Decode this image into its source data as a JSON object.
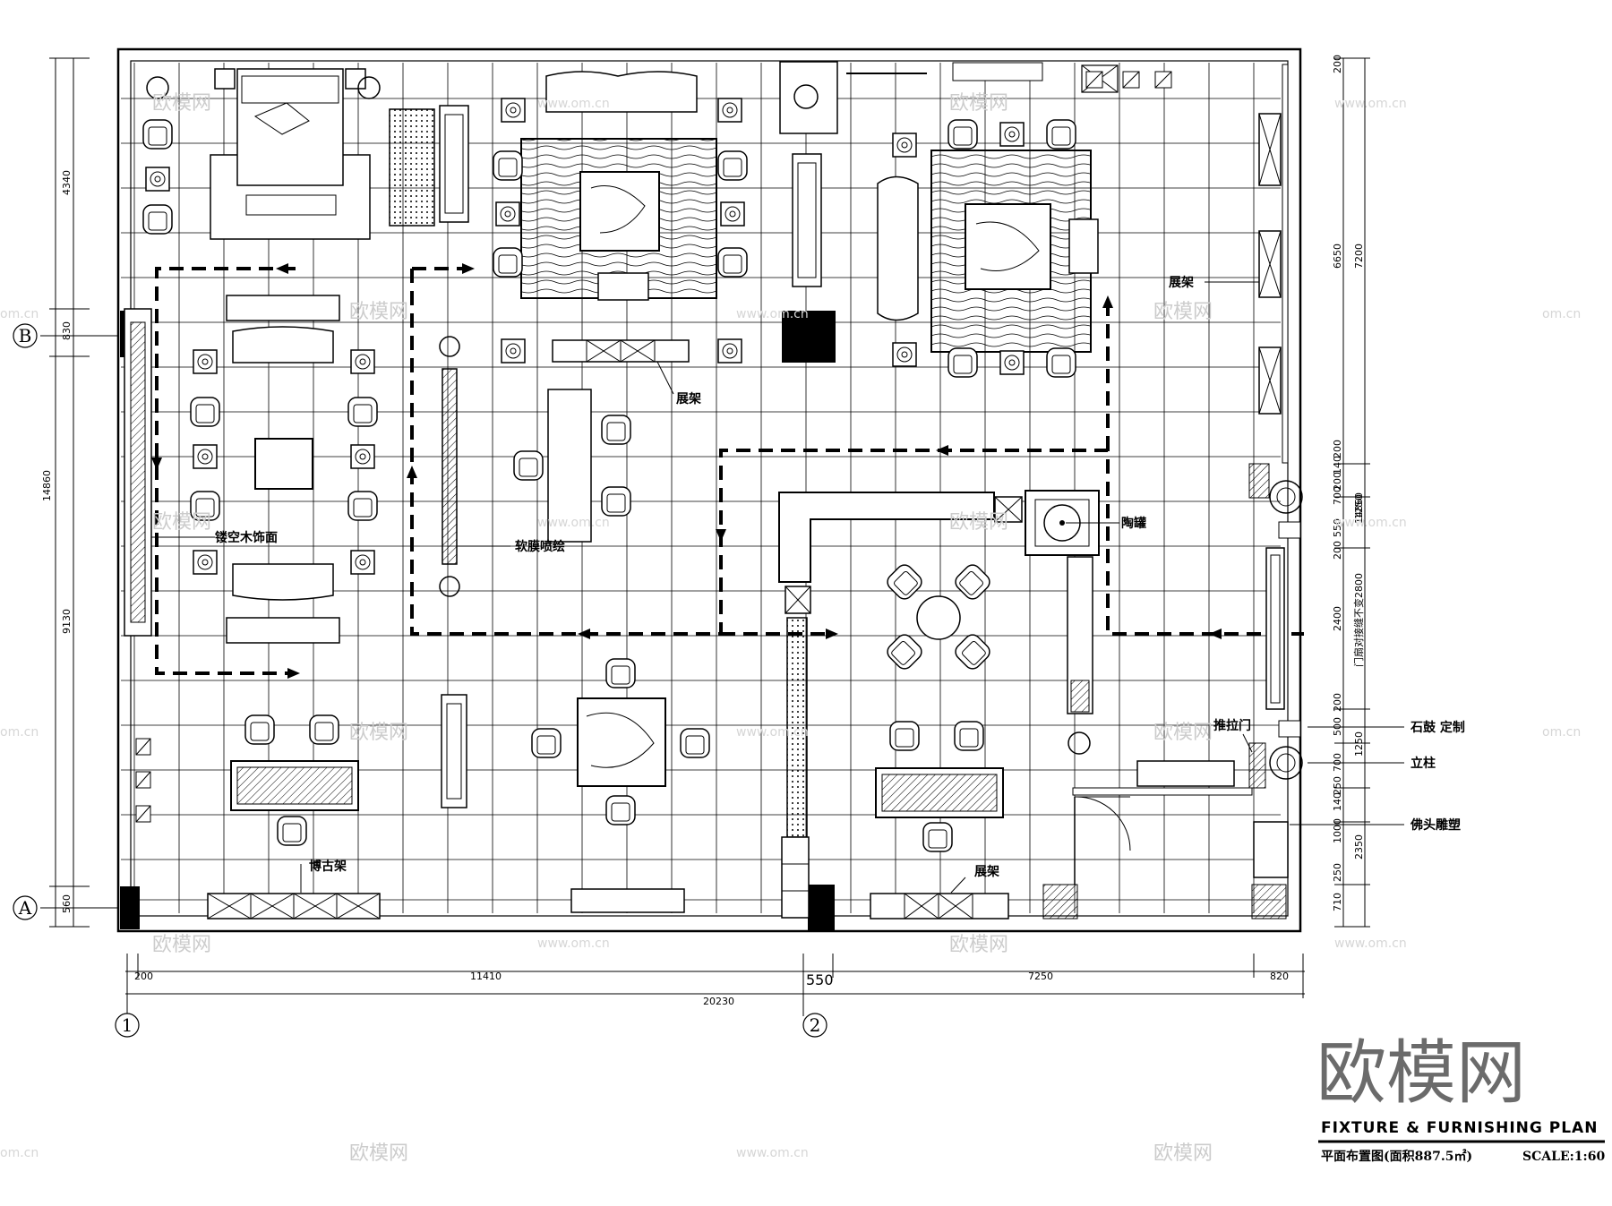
{
  "title": {
    "english": "FIXTURE & FURNISHING PLAN",
    "chinese": "平面布置图(面积887.5㎡)",
    "scale": "SCALE:1:60"
  },
  "brand": "欧模网",
  "watermark": {
    "text": "欧模网",
    "url": "www.om.cn",
    "domain": "om.cn"
  },
  "axes": {
    "grid_b": "B",
    "grid_a": "A",
    "grid_1": "1",
    "grid_2": "2"
  },
  "dimensions": {
    "bottom_1": "200",
    "bottom_2": "11410",
    "bottom_3": "550",
    "bottom_4": "7250",
    "bottom_5": "820",
    "bottom_total": "20230",
    "left_1": "4340",
    "left_2": "830",
    "left_total": "14860",
    "left_3": "9130",
    "left_4": "560",
    "right_1": "200",
    "right_2": "6650",
    "right_3": "7200",
    "right_4": "200",
    "right_5": "140",
    "right_6": "200",
    "right_7": "700",
    "right_8": "1250",
    "right_9": "550",
    "right_10": "200",
    "right_11": "2400",
    "right_12": "门扇对接缝不变2800",
    "right_13": "200",
    "right_14": "14860",
    "right_15": "500",
    "right_16": "700",
    "right_17": "1250",
    "right_18": "250",
    "right_19": "140",
    "right_20": "1000",
    "right_21": "2350",
    "right_22": "250",
    "right_23": "710"
  },
  "labels": {
    "display_shelf_1": "展架",
    "display_shelf_2": "展架",
    "display_shelf_3": "展架",
    "hollow_wood": "镂空木饰面",
    "soft_film": "软膜喷绘",
    "pottery_jar": "陶罐",
    "sliding_door": "推拉门",
    "stone_drum": "石鼓 定制",
    "column": "立柱",
    "buddha_head": "佛头雕塑",
    "antique_shelf": "博古架"
  }
}
